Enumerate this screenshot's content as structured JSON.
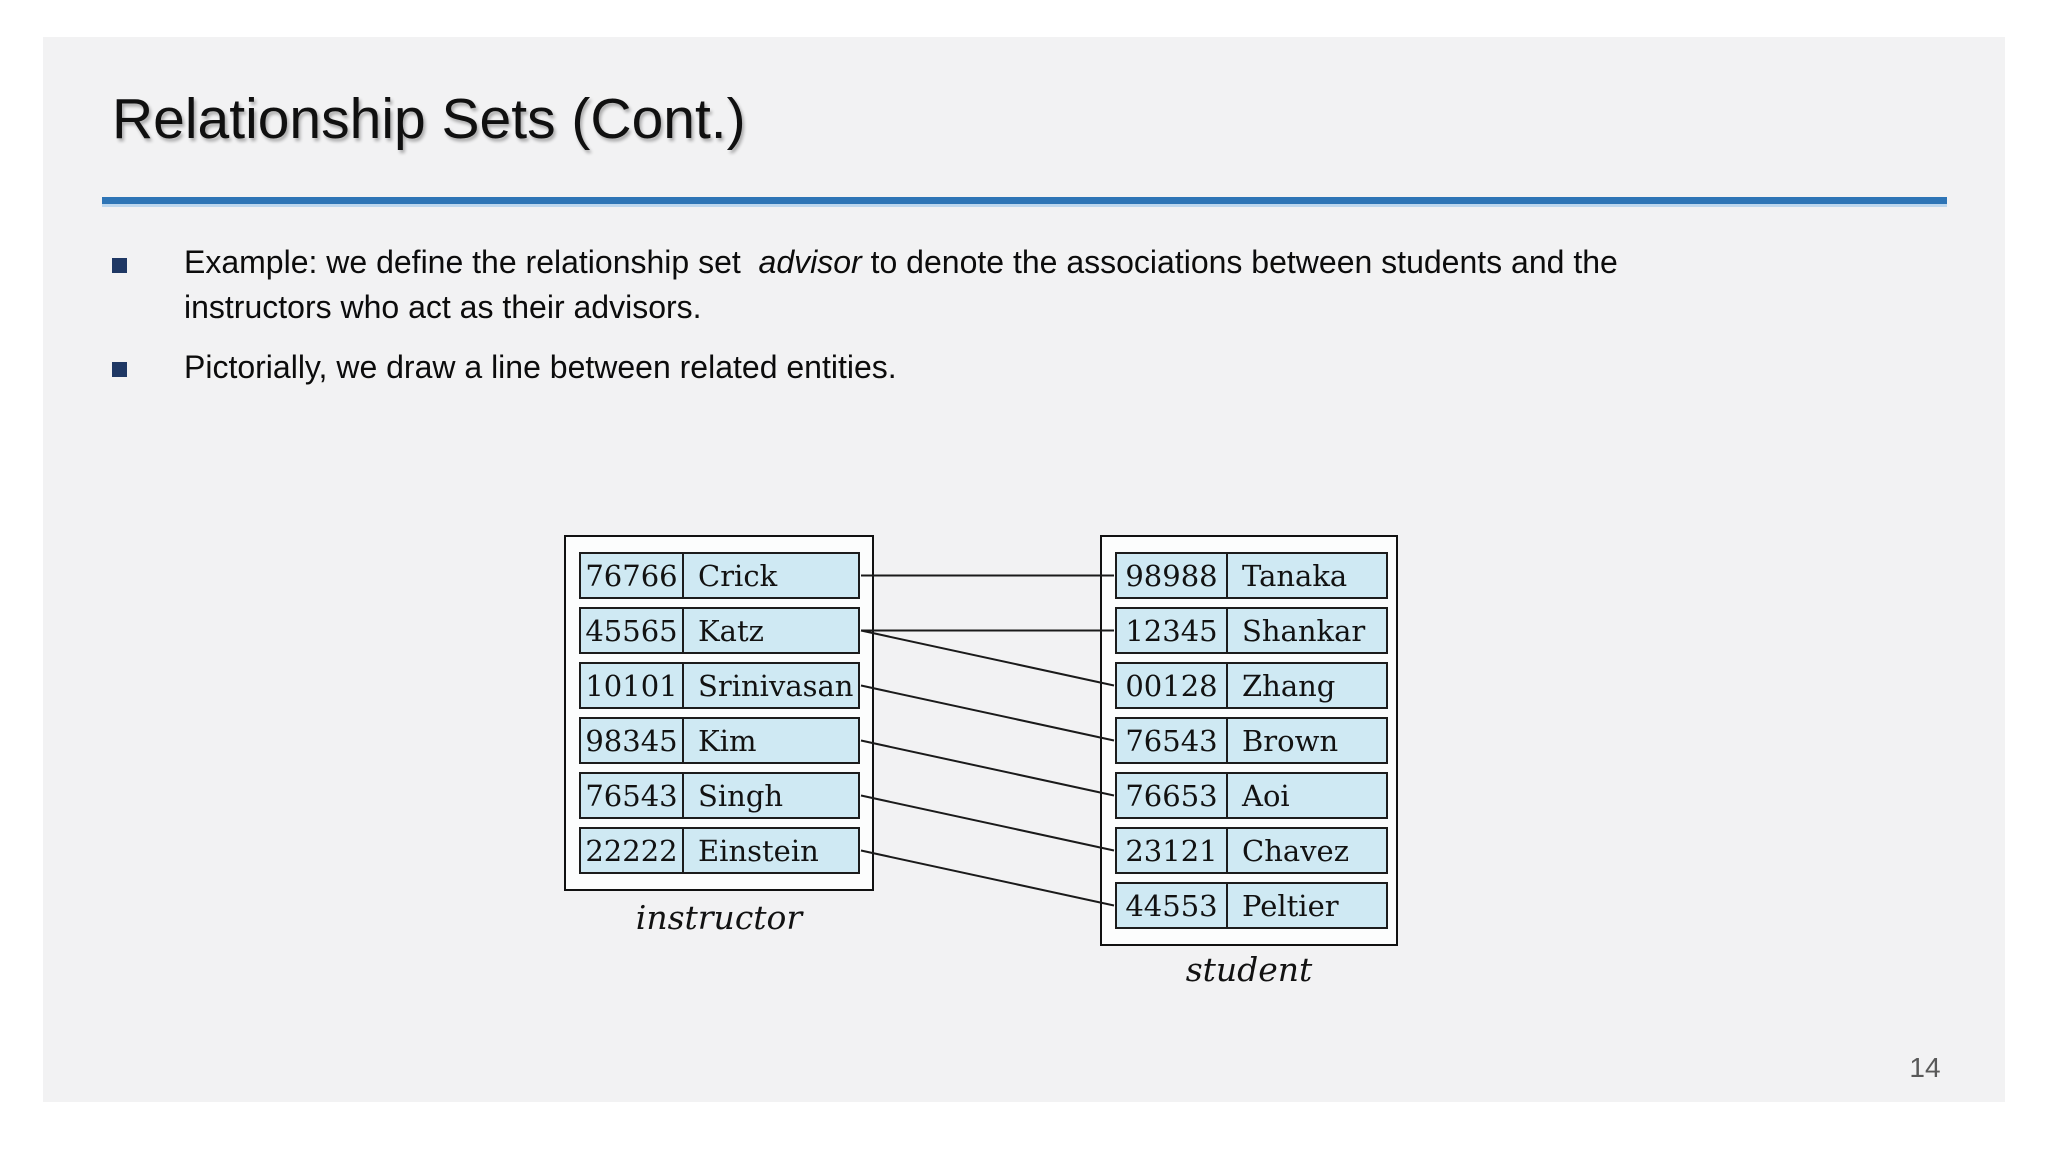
{
  "slide": {
    "title": "Relationship Sets (Cont.)",
    "page_number": "14",
    "bullets": [
      {
        "prefix": "Example: we define the relationship set  ",
        "italic": "advisor",
        "suffix": " to denote the associations between students and the\ninstructors who act as their advisors."
      },
      {
        "prefix": "Pictorially, we draw a line between related entities.",
        "italic": "",
        "suffix": ""
      }
    ]
  },
  "diagram": {
    "instructor_table": {
      "label": "instructor",
      "rows": [
        {
          "id": "76766",
          "name": "Crick"
        },
        {
          "id": "45565",
          "name": "Katz"
        },
        {
          "id": "10101",
          "name": "Srinivasan"
        },
        {
          "id": "98345",
          "name": "Kim"
        },
        {
          "id": "76543",
          "name": "Singh"
        },
        {
          "id": "22222",
          "name": "Einstein"
        }
      ]
    },
    "student_table": {
      "label": "student",
      "rows": [
        {
          "id": "98988",
          "name": "Tanaka"
        },
        {
          "id": "12345",
          "name": "Shankar"
        },
        {
          "id": "00128",
          "name": "Zhang"
        },
        {
          "id": "76543",
          "name": "Brown"
        },
        {
          "id": "76653",
          "name": "Aoi"
        },
        {
          "id": "23121",
          "name": "Chavez"
        },
        {
          "id": "44553",
          "name": "Peltier"
        }
      ]
    },
    "connections": [
      {
        "instructor": "Crick",
        "student": "Tanaka",
        "from": 0,
        "to": 0
      },
      {
        "instructor": "Katz",
        "student": "Shankar",
        "from": 1,
        "to": 1
      },
      {
        "instructor": "Katz",
        "student": "Zhang",
        "from": 1,
        "to": 2
      },
      {
        "instructor": "Srinivasan",
        "student": "Brown",
        "from": 2,
        "to": 3
      },
      {
        "instructor": "Kim",
        "student": "Aoi",
        "from": 3,
        "to": 4
      },
      {
        "instructor": "Singh",
        "student": "Chavez",
        "from": 4,
        "to": 5
      },
      {
        "instructor": "Einstein",
        "student": "Peltier",
        "from": 5,
        "to": 6
      }
    ]
  },
  "colors": {
    "slide_background": "#f2f2f3",
    "title_rule_blue": "#2e75b6",
    "title_rule_glow": "#bdd7ee",
    "bullet_square_navy": "#1f3864",
    "table_row_fill": "#cfe9f3",
    "diagram_line": "#1a1a1a",
    "box_background": "#fcfdfd",
    "page_number_gray": "#595959"
  }
}
